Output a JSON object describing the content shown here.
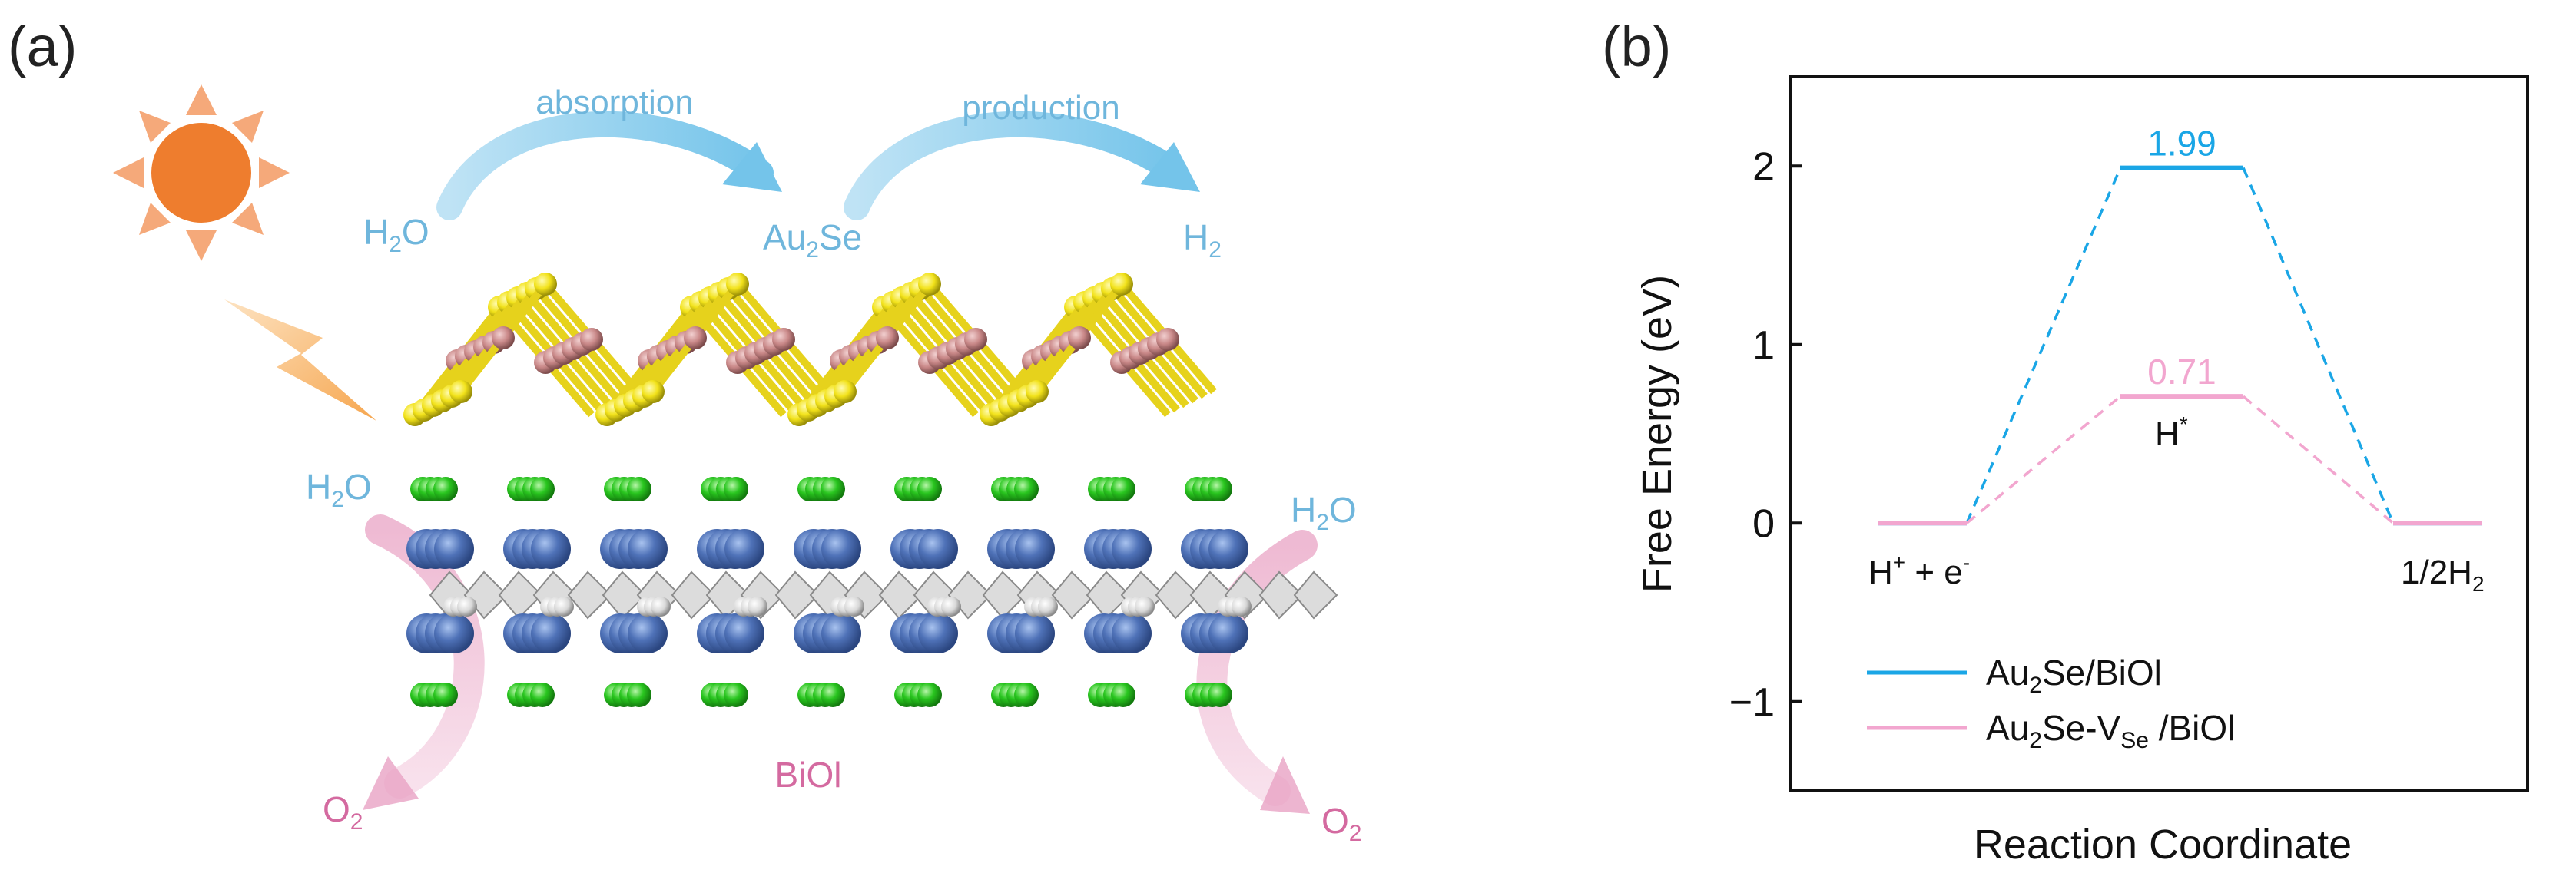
{
  "panel_a": {
    "label": "(a)",
    "arrow1": "absorption",
    "arrow2": "production",
    "h2o_top": {
      "base": "H",
      "sub": "2",
      "rest": "O"
    },
    "au2se": {
      "base": "Au",
      "sub": "2",
      "rest": "Se"
    },
    "h2_top": {
      "base": "H",
      "sub": "2",
      "rest": ""
    },
    "h2o_left": {
      "base": "H",
      "sub": "2",
      "rest": "O"
    },
    "h2o_right": {
      "base": "H",
      "sub": "2",
      "rest": "O"
    },
    "o2_left": {
      "base": "O",
      "sub": "2",
      "rest": ""
    },
    "o2_right": {
      "base": "O",
      "sub": "2",
      "rest": ""
    },
    "biol": "BiOl",
    "colors": {
      "blue_text": "#6fb6dc",
      "pink_text": "#d46aa0",
      "sun": "#ee7d2e",
      "se_yellow": "#f2e21a",
      "au_pink": "#c98888",
      "bi_blue": "#4f72b8",
      "i_green": "#29c61f",
      "o_grey": "#d8d8d8"
    }
  },
  "chart_data": {
    "type": "line",
    "panel_label": "(b)",
    "ylabel": "Free Energy (eV)",
    "xlabel": "Reaction Coordinate",
    "ylim": [
      -1.5,
      2.5
    ],
    "yticks": [
      2,
      1,
      0,
      -1
    ],
    "ytick_labels": [
      "2",
      "1",
      "0",
      "−1"
    ],
    "states": [
      {
        "base": "H",
        "sup1": "+",
        "mid": " + e",
        "sup2": "-"
      },
      {
        "base": "H",
        "sup1": "*",
        "mid": "",
        "sup2": ""
      },
      {
        "base": "1/2H",
        "sub": "2"
      }
    ],
    "series": [
      {
        "name": "Au2Se/BiOl",
        "values": [
          0,
          1.99,
          0
        ],
        "color": "#1aa6e6",
        "label": "1.99",
        "legend": {
          "a": "Au",
          "sub": "2",
          "b": "Se/BiOl"
        }
      },
      {
        "name": "Au2Se-VSe/BiOl",
        "values": [
          0,
          0.71,
          0
        ],
        "color": "#f2a6cf",
        "label": "0.71",
        "legend": {
          "a": "Au",
          "sub": "2",
          "b": "Se-V",
          "sub2": "Se",
          "c": " /BiOl"
        }
      }
    ],
    "legend_position": "bottom-left"
  }
}
